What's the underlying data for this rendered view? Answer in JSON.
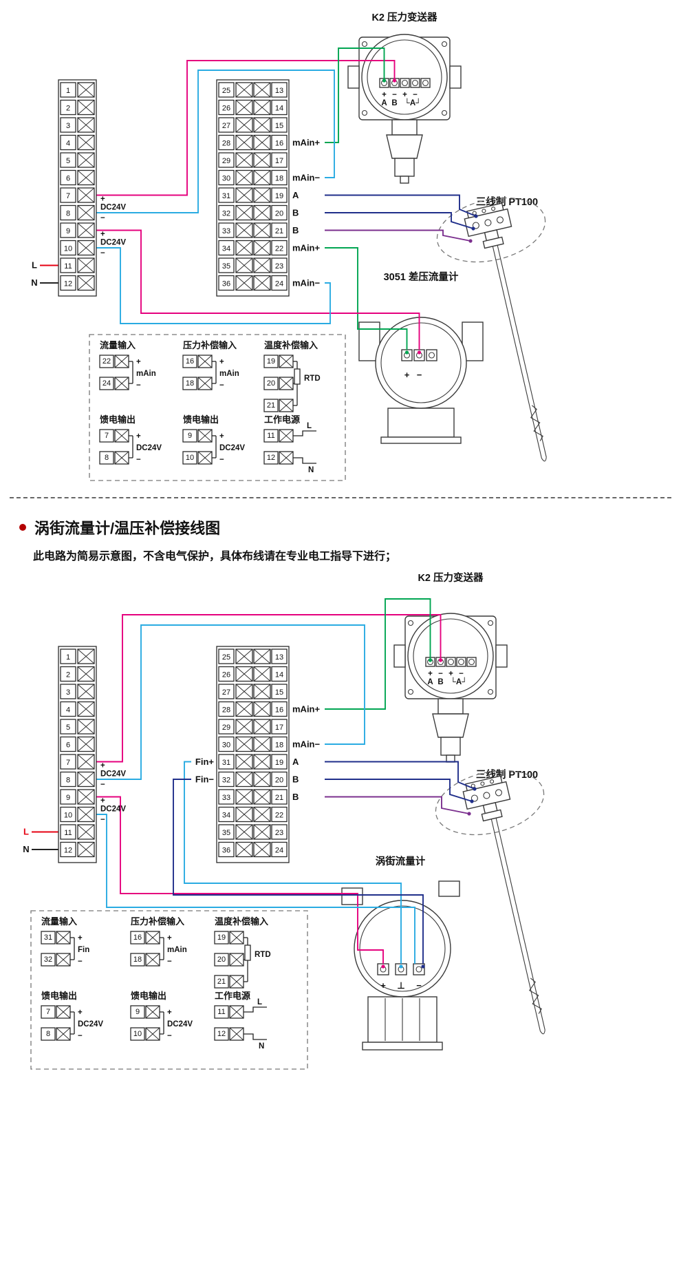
{
  "colors": {
    "magenta": "#e5007d",
    "cyan": "#29abe2",
    "green": "#00a551",
    "blue": "#1f2e8a",
    "purple": "#7b2f8e",
    "red": "#e60012",
    "ink": "#222222",
    "bullet": "#b30000"
  },
  "section": {
    "title": "涡街流量计/温压补偿接线图",
    "subtitle": "此电路为简易示意图，不含电气保护，具体布线请在专业电工指导下进行；"
  },
  "diagram1": {
    "left_block": {
      "numbers": [
        "1",
        "2",
        "3",
        "4",
        "5",
        "6",
        "7",
        "8",
        "9",
        "10",
        "11",
        "12"
      ],
      "annotations": [
        {
          "rows": [
            7,
            8
          ],
          "plus": "+",
          "label": "DC24V",
          "minus": "−"
        },
        {
          "rows": [
            9,
            10
          ],
          "plus": "+",
          "label": "DC24V",
          "minus": "−"
        }
      ],
      "mains": {
        "l": "L",
        "n": "N"
      }
    },
    "mid_block": {
      "left_numbers": [
        "25",
        "26",
        "27",
        "28",
        "29",
        "30",
        "31",
        "32",
        "33",
        "34",
        "35",
        "36"
      ],
      "right_numbers": [
        "13",
        "14",
        "15",
        "16",
        "17",
        "18",
        "19",
        "20",
        "21",
        "22",
        "23",
        "24"
      ],
      "right_labels": [
        {
          "row": 16,
          "text": "mAin+"
        },
        {
          "row": 18,
          "text": "mAin−"
        },
        {
          "row": 19,
          "text": "A"
        },
        {
          "row": 20,
          "text": "B"
        },
        {
          "row": 21,
          "text": "B"
        },
        {
          "row": 22,
          "text": "mAin+"
        },
        {
          "row": 24,
          "text": "mAin−"
        }
      ],
      "left_labels": []
    },
    "devices": {
      "transmitter": {
        "title": "K2 压力变送器",
        "terms": [
          "+",
          "−",
          "+",
          "−"
        ],
        "sub": [
          "A",
          "B",
          "└A┘"
        ]
      },
      "pt100": {
        "title": "三线制 PT100"
      },
      "flowmeter": {
        "title": "3051 差压流量计",
        "terms": [
          "+",
          "−"
        ]
      }
    },
    "legend": {
      "row1": [
        {
          "type": "pair",
          "title": "流量输入",
          "nums": [
            "22",
            "24"
          ],
          "plus": "+",
          "minus": "−",
          "label": "mAin"
        },
        {
          "type": "pair",
          "title": "压力补偿输入",
          "nums": [
            "16",
            "18"
          ],
          "plus": "+",
          "minus": "−",
          "label": "mAin"
        },
        {
          "type": "rtd",
          "title": "温度补偿输入",
          "nums": [
            "19",
            "20",
            "21"
          ],
          "label": "RTD"
        }
      ],
      "row2": [
        {
          "type": "pair",
          "title": "馈电输出",
          "nums": [
            "7",
            "8"
          ],
          "plus": "+",
          "minus": "−",
          "label": "DC24V"
        },
        {
          "type": "pair",
          "title": "馈电输出",
          "nums": [
            "9",
            "10"
          ],
          "plus": "+",
          "minus": "−",
          "label": "DC24V"
        },
        {
          "type": "power",
          "title": "工作电源",
          "nums": [
            "11",
            "12"
          ],
          "top": "L",
          "bottom": "N"
        }
      ]
    }
  },
  "diagram2": {
    "left_block": {
      "numbers": [
        "1",
        "2",
        "3",
        "4",
        "5",
        "6",
        "7",
        "8",
        "9",
        "10",
        "11",
        "12"
      ],
      "annotations": [
        {
          "rows": [
            7,
            8
          ],
          "plus": "+",
          "label": "DC24V",
          "minus": "−"
        },
        {
          "rows": [
            9,
            10
          ],
          "plus": "+",
          "label": "DC24V",
          "minus": "−"
        }
      ],
      "mains": {
        "l": "L",
        "n": "N"
      }
    },
    "mid_block": {
      "left_numbers": [
        "25",
        "26",
        "27",
        "28",
        "29",
        "30",
        "31",
        "32",
        "33",
        "34",
        "35",
        "36"
      ],
      "right_numbers": [
        "13",
        "14",
        "15",
        "16",
        "17",
        "18",
        "19",
        "20",
        "21",
        "22",
        "23",
        "24"
      ],
      "right_labels": [
        {
          "row": 16,
          "text": "mAin+"
        },
        {
          "row": 18,
          "text": "mAin−"
        },
        {
          "row": 19,
          "text": "A"
        },
        {
          "row": 20,
          "text": "B"
        },
        {
          "row": 21,
          "text": "B"
        }
      ],
      "left_labels": [
        {
          "row": 31,
          "text": "Fin+"
        },
        {
          "row": 32,
          "text": "Fin−"
        }
      ]
    },
    "devices": {
      "transmitter": {
        "title": "K2 压力变送器",
        "terms": [
          "+",
          "−",
          "+",
          "−"
        ],
        "sub": [
          "A",
          "B",
          "└A┘"
        ]
      },
      "pt100": {
        "title": "三线制 PT100"
      },
      "flowmeter": {
        "title": "涡街流量计",
        "terms": [
          "+",
          "⊥",
          "−"
        ]
      }
    },
    "legend": {
      "row1": [
        {
          "type": "pair",
          "title": "流量输入",
          "nums": [
            "31",
            "32"
          ],
          "plus": "+",
          "minus": "−",
          "label": "Fin"
        },
        {
          "type": "pair",
          "title": "压力补偿输入",
          "nums": [
            "16",
            "18"
          ],
          "plus": "+",
          "minus": "−",
          "label": "mAin"
        },
        {
          "type": "rtd",
          "title": "温度补偿输入",
          "nums": [
            "19",
            "20",
            "21"
          ],
          "label": "RTD"
        }
      ],
      "row2": [
        {
          "type": "pair",
          "title": "馈电输出",
          "nums": [
            "7",
            "8"
          ],
          "plus": "+",
          "minus": "−",
          "label": "DC24V"
        },
        {
          "type": "pair",
          "title": "馈电输出",
          "nums": [
            "9",
            "10"
          ],
          "plus": "+",
          "minus": "−",
          "label": "DC24V"
        },
        {
          "type": "power",
          "title": "工作电源",
          "nums": [
            "11",
            "12"
          ],
          "top": "L",
          "bottom": "N"
        }
      ]
    }
  }
}
